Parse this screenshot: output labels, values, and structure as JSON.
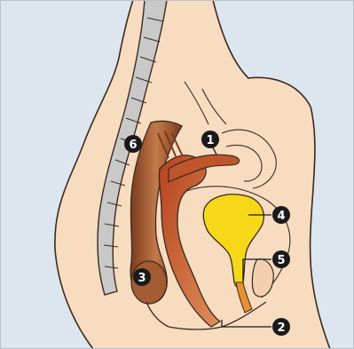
{
  "diagram": {
    "colors": {
      "background": "#dde6ee",
      "body": "#f7dcc0",
      "outline": "#3a2a20",
      "spine": "#c9c9c9",
      "rectum": "#a45a32",
      "uterus": "#c0552c",
      "bladder": "#f6d818",
      "marker": "#1a1a1a"
    },
    "markers": [
      {
        "id": "1",
        "label": "1"
      },
      {
        "id": "2",
        "label": "2"
      },
      {
        "id": "3",
        "label": "3"
      },
      {
        "id": "4",
        "label": "4"
      },
      {
        "id": "5",
        "label": "5"
      },
      {
        "id": "6",
        "label": "6"
      }
    ]
  }
}
